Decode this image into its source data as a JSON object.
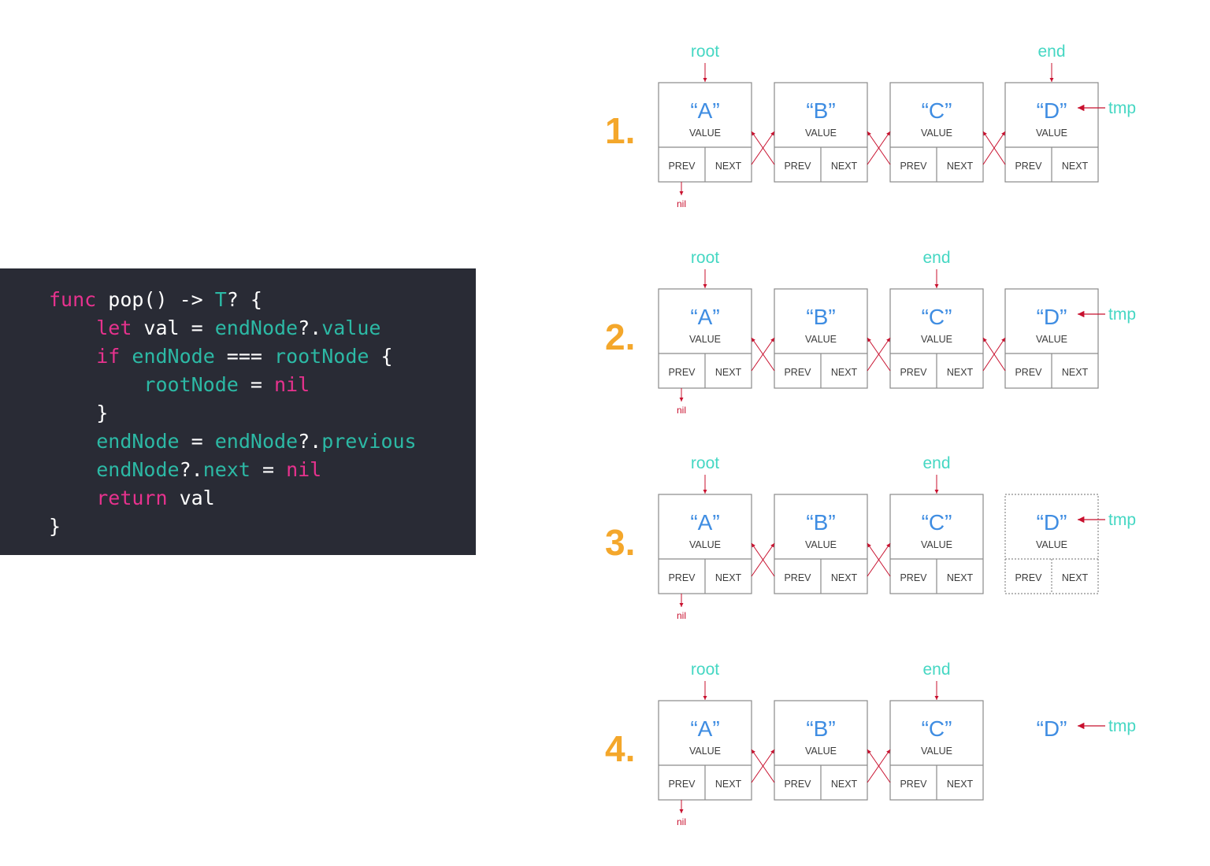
{
  "code": {
    "lines": [
      [
        {
          "t": "func",
          "c": "kw"
        },
        {
          "t": " pop() -> ",
          "c": "pl"
        },
        {
          "t": "T",
          "c": "id"
        },
        {
          "t": "? {",
          "c": "pl"
        }
      ],
      [
        {
          "t": "    ",
          "c": "pl"
        },
        {
          "t": "let",
          "c": "kw"
        },
        {
          "t": " val = ",
          "c": "pl"
        },
        {
          "t": "endNode",
          "c": "id"
        },
        {
          "t": "?.",
          "c": "pl"
        },
        {
          "t": "value",
          "c": "id"
        }
      ],
      [
        {
          "t": "    ",
          "c": "pl"
        },
        {
          "t": "if",
          "c": "kw"
        },
        {
          "t": " ",
          "c": "pl"
        },
        {
          "t": "endNode",
          "c": "id"
        },
        {
          "t": " === ",
          "c": "pl"
        },
        {
          "t": "rootNode",
          "c": "id"
        },
        {
          "t": " {",
          "c": "pl"
        }
      ],
      [
        {
          "t": "        ",
          "c": "pl"
        },
        {
          "t": "rootNode",
          "c": "id"
        },
        {
          "t": " = ",
          "c": "pl"
        },
        {
          "t": "nil",
          "c": "kw"
        }
      ],
      [
        {
          "t": "    }",
          "c": "pl"
        }
      ],
      [
        {
          "t": "    ",
          "c": "pl"
        },
        {
          "t": "endNode",
          "c": "id"
        },
        {
          "t": " = ",
          "c": "pl"
        },
        {
          "t": "endNode",
          "c": "id"
        },
        {
          "t": "?.",
          "c": "pl"
        },
        {
          "t": "previous",
          "c": "id"
        }
      ],
      [
        {
          "t": "    ",
          "c": "pl"
        },
        {
          "t": "endNode",
          "c": "id"
        },
        {
          "t": "?.",
          "c": "pl"
        },
        {
          "t": "next",
          "c": "id"
        },
        {
          "t": " = ",
          "c": "pl"
        },
        {
          "t": "nil",
          "c": "kw"
        }
      ],
      [
        {
          "t": "    ",
          "c": "pl"
        },
        {
          "t": "return",
          "c": "kw"
        },
        {
          "t": " val",
          "c": "pl"
        }
      ],
      [
        {
          "t": "}",
          "c": "pl"
        }
      ]
    ]
  },
  "labels": {
    "value": "VALUE",
    "prev": "PREV",
    "next": "NEXT",
    "nil": "nil",
    "root": "root",
    "end": "end",
    "tmp": "tmp"
  },
  "colors": {
    "step": "#f4a72b",
    "pointer": "#45d7c3",
    "node_value": "#3f8de2",
    "arrow": "#c8102e",
    "code_bg": "#292b35",
    "keyword": "#e7328e",
    "identifier": "#2cb9a5"
  },
  "steps": [
    {
      "label": "1.",
      "nodes": [
        {
          "value": "“A”",
          "state": "normal"
        },
        {
          "value": "“B”",
          "state": "normal"
        },
        {
          "value": "“C”",
          "state": "normal"
        },
        {
          "value": "“D”",
          "state": "normal"
        }
      ],
      "links": [
        [
          0,
          1
        ],
        [
          1,
          2
        ],
        [
          2,
          3
        ]
      ],
      "root": 0,
      "end": 3,
      "tmp": 3
    },
    {
      "label": "2.",
      "nodes": [
        {
          "value": "“A”",
          "state": "normal"
        },
        {
          "value": "“B”",
          "state": "normal"
        },
        {
          "value": "“C”",
          "state": "normal"
        },
        {
          "value": "“D”",
          "state": "normal"
        }
      ],
      "links": [
        [
          0,
          1
        ],
        [
          1,
          2
        ],
        [
          2,
          3
        ]
      ],
      "root": 0,
      "end": 2,
      "tmp": 3
    },
    {
      "label": "3.",
      "nodes": [
        {
          "value": "“A”",
          "state": "normal"
        },
        {
          "value": "“B”",
          "state": "normal"
        },
        {
          "value": "“C”",
          "state": "normal"
        },
        {
          "value": "“D”",
          "state": "detached"
        }
      ],
      "links": [
        [
          0,
          1
        ],
        [
          1,
          2
        ]
      ],
      "root": 0,
      "end": 2,
      "tmp": 3
    },
    {
      "label": "4.",
      "nodes": [
        {
          "value": "“A”",
          "state": "normal"
        },
        {
          "value": "“B”",
          "state": "normal"
        },
        {
          "value": "“C”",
          "state": "normal"
        },
        {
          "value": "“D”",
          "state": "value-only"
        }
      ],
      "links": [
        [
          0,
          1
        ],
        [
          1,
          2
        ]
      ],
      "root": 0,
      "end": 2,
      "tmp": 3
    }
  ]
}
